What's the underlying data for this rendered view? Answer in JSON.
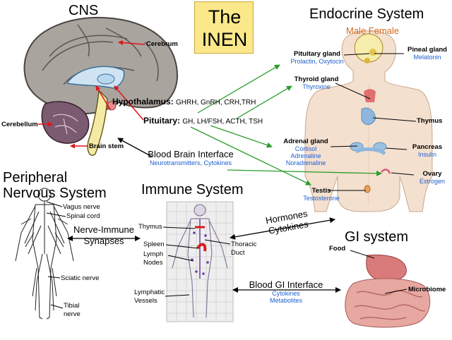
{
  "title": {
    "line1": "The",
    "line2": "INEN"
  },
  "cns": {
    "heading": "CNS",
    "cerebrum": "Cerebrum",
    "cerebellum": "Cerebellum",
    "brain_stem": "Brain stem",
    "hypothalamus_label": "Hypothalamus:",
    "hypothalamus_hormones": "GHRH, GnRH, CRH,TRH",
    "pituitary_label": "Pituitary:",
    "pituitary_hormones": "GH, LH/FSH, ACTH, TSH"
  },
  "endocrine": {
    "heading": "Endocrine System",
    "subheading": "Male Female",
    "pituitary_gland": "Pituitary gland",
    "pituitary_gland_products": "Prolactin, Oxytocin",
    "pineal_gland": "Pineal gland",
    "pineal_gland_products": "Melatonin",
    "thyroid_gland": "Thyroid gland",
    "thyroid_gland_products": "Thyroxine",
    "thymus": "Thymus",
    "adrenal_gland": "Adrenal gland",
    "adrenal_products": [
      "Cortisol",
      "Adrenaline",
      "Noradrenaline"
    ],
    "pancreas": "Pancreas",
    "pancreas_products": "Insulin",
    "ovary": "Ovary",
    "ovary_products": "Estrogen",
    "testis": "Testis",
    "testis_products": "Testosterone"
  },
  "bbi": {
    "heading": "Blood Brain Interface",
    "sub": "Neurotransmitters, Cytokines"
  },
  "pns": {
    "heading_line1": "Peripheral",
    "heading_line2": "Nervous System",
    "vagus": "Vagus nerve",
    "spinal": "Spinal cord",
    "sciatic": "Sciatic nerve",
    "tibial_line1": "Tibial",
    "tibial_line2": "nerve"
  },
  "nerve_immune": {
    "line1": "Nerve-Immune",
    "line2": "Synapses"
  },
  "immune": {
    "heading": "Immune System",
    "thymus": "Thymus",
    "spleen": "Spleen",
    "lymph_line1": "Lymph",
    "lymph_line2": "Nodes",
    "thoracic_line1": "Thoracic",
    "thoracic_line2": "Duct",
    "lymphatic_line1": "Lymphatic",
    "lymphatic_line2": "Vessels"
  },
  "hormones_cytokines": {
    "line1": "Hormones",
    "line2": "Cytokines"
  },
  "gi": {
    "heading": "GI system",
    "food": "Food",
    "microbiome": "Microbiome",
    "interface": "Blood GI Interface",
    "products": [
      "Cytokines",
      "Metabolites"
    ]
  },
  "colors": {
    "green_arrow": "#2a9d2a",
    "red_arrow": "#e0141c",
    "blue_text": "#1f5fd0",
    "orange_text": "#d2691e",
    "title_box": "#fbe88a"
  },
  "icons": [
    "brain-icon",
    "female-body-icon",
    "nervous-system-figure-icon",
    "lymphatic-figure-icon",
    "stomach-intestine-icon"
  ]
}
